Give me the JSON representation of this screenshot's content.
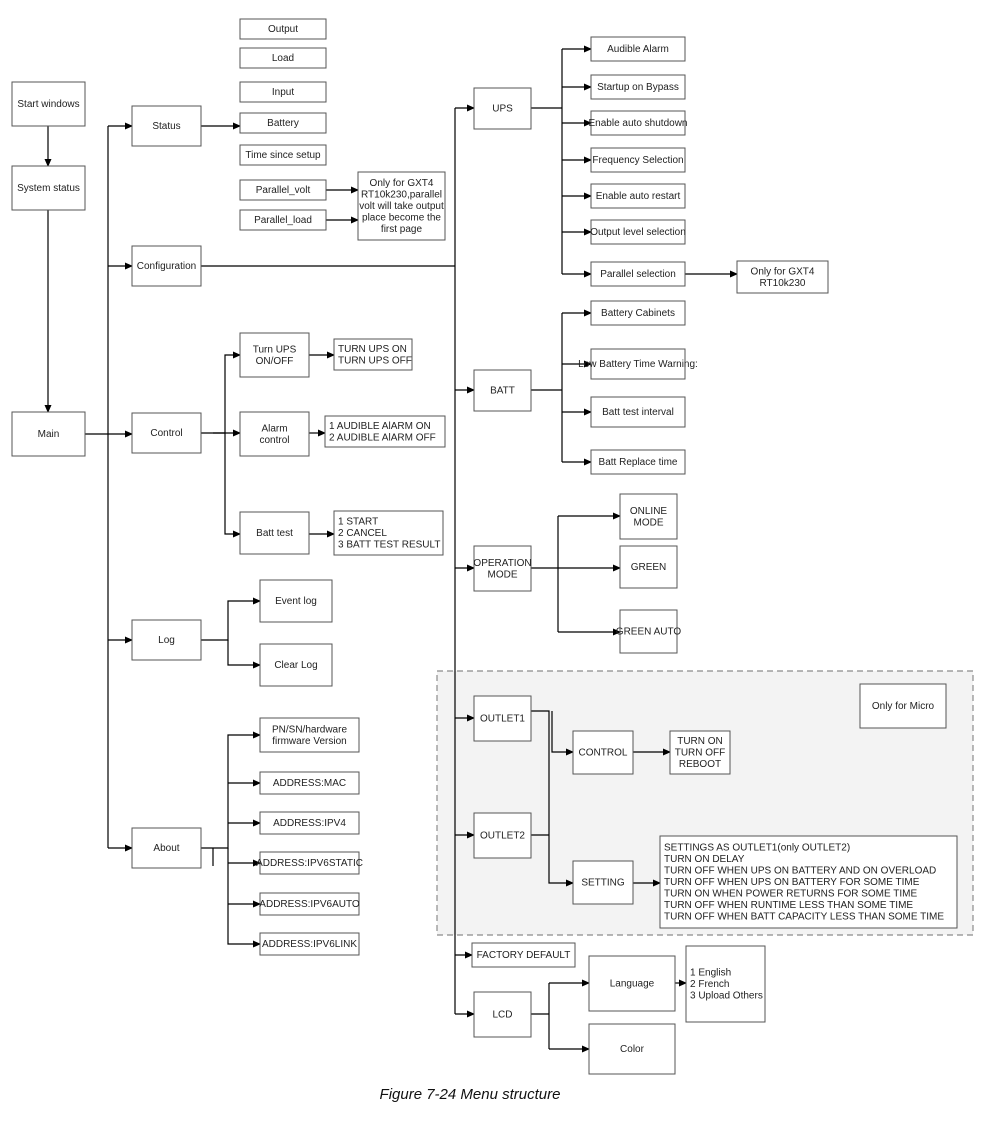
{
  "caption": "Figure 7-24    Menu structure",
  "nodes": {
    "start": [
      "Start windows"
    ],
    "sys": [
      "System status"
    ],
    "main": [
      "Main"
    ],
    "status": [
      "Status"
    ],
    "config": [
      "Configuration"
    ],
    "control": [
      "Control"
    ],
    "log": [
      "Log"
    ],
    "about": [
      "About"
    ],
    "output": [
      "Output"
    ],
    "load": [
      "Load"
    ],
    "input": [
      "Input"
    ],
    "battery": [
      "Battery"
    ],
    "time": [
      "Time since setup"
    ],
    "pvolt": [
      "Parallel_volt"
    ],
    "pload": [
      "Parallel_load"
    ],
    "pnote": [
      "Only for GXT4",
      "RT10k230,parallel",
      "volt will take output",
      "place become the",
      "first page"
    ],
    "turnups": [
      "Turn UPS",
      "ON/OFF"
    ],
    "turnupsopt": [
      "TURN UPS ON",
      "TURN UPS OFF"
    ],
    "alarmctl": [
      "Alarm",
      "control"
    ],
    "alarmopt": [
      "1 AUDIBLE AlARM ON",
      "2 AUDIBLE AlARM OFF"
    ],
    "batttest": [
      "Batt test"
    ],
    "batttestopt": [
      "1 START",
      "2 CANCEL",
      "3 BATT TEST RESULT"
    ],
    "eventlog": [
      "Event log"
    ],
    "clearlog": [
      "Clear Log"
    ],
    "pnsn": [
      "PN/SN/hardware",
      "firmware Version"
    ],
    "amac": [
      "ADDRESS:MAC"
    ],
    "aipv4": [
      "ADDRESS:IPV4"
    ],
    "aipv6s": [
      "ADDRESS:IPV6STATIC"
    ],
    "aipv6a": [
      "ADDRESS:IPV6AUTO"
    ],
    "aipv6l": [
      "ADDRESS:IPV6LINK"
    ],
    "ups": [
      "UPS"
    ],
    "audible": [
      "Audible Alarm"
    ],
    "bypass": [
      "Startup on Bypass"
    ],
    "autoshut": [
      "Enable auto shutdown"
    ],
    "freq": [
      "Frequency Selection"
    ],
    "autorestart": [
      "Enable auto restart"
    ],
    "outlevel": [
      "Output level selection"
    ],
    "parsel": [
      "Parallel  selection"
    ],
    "parnote": [
      "Only for GXT4",
      "RT10k230"
    ],
    "batt": [
      "BATT"
    ],
    "cab": [
      "Battery Cabinets"
    ],
    "lowbatt": [
      "Low Battery Time Warning:"
    ],
    "btint": [
      "Batt test interval"
    ],
    "brep": [
      "Batt Replace time"
    ],
    "opmode": [
      "OPERATION",
      "MODE"
    ],
    "online": [
      "ONLINE",
      "MODE"
    ],
    "green": [
      "GREEN"
    ],
    "greenauto": [
      "GREEN AUTO"
    ],
    "outlet1": [
      "OUTLET1"
    ],
    "outlet2": [
      "OUTLET2"
    ],
    "octrl": [
      "CONTROL"
    ],
    "octrlopt": [
      "TURN ON",
      "TURN OFF",
      "REBOOT"
    ],
    "oset": [
      "SETTING"
    ],
    "osetopt": [
      "SETTINGS AS OUTLET1(only OUTLET2)",
      "TURN ON DELAY",
      "TURN OFF WHEN UPS ON BATTERY AND ON OVERLOAD",
      "TURN OFF WHEN UPS ON BATTERY FOR SOME TIME",
      "TURN ON WHEN POWER RETURNS FOR SOME TIME",
      "TURN OFF WHEN RUNTIME LESS THAN SOME TIME",
      "TURN OFF WHEN BATT CAPACITY LESS THAN SOME TIME"
    ],
    "micro": [
      "Only for Micro"
    ],
    "factory": [
      "FACTORY DEFAULT"
    ],
    "lcd": [
      "LCD"
    ],
    "lang": [
      "Language"
    ],
    "langopt": [
      "1 English",
      "2 French",
      "3 Upload Others"
    ],
    "color": [
      "Color"
    ]
  }
}
